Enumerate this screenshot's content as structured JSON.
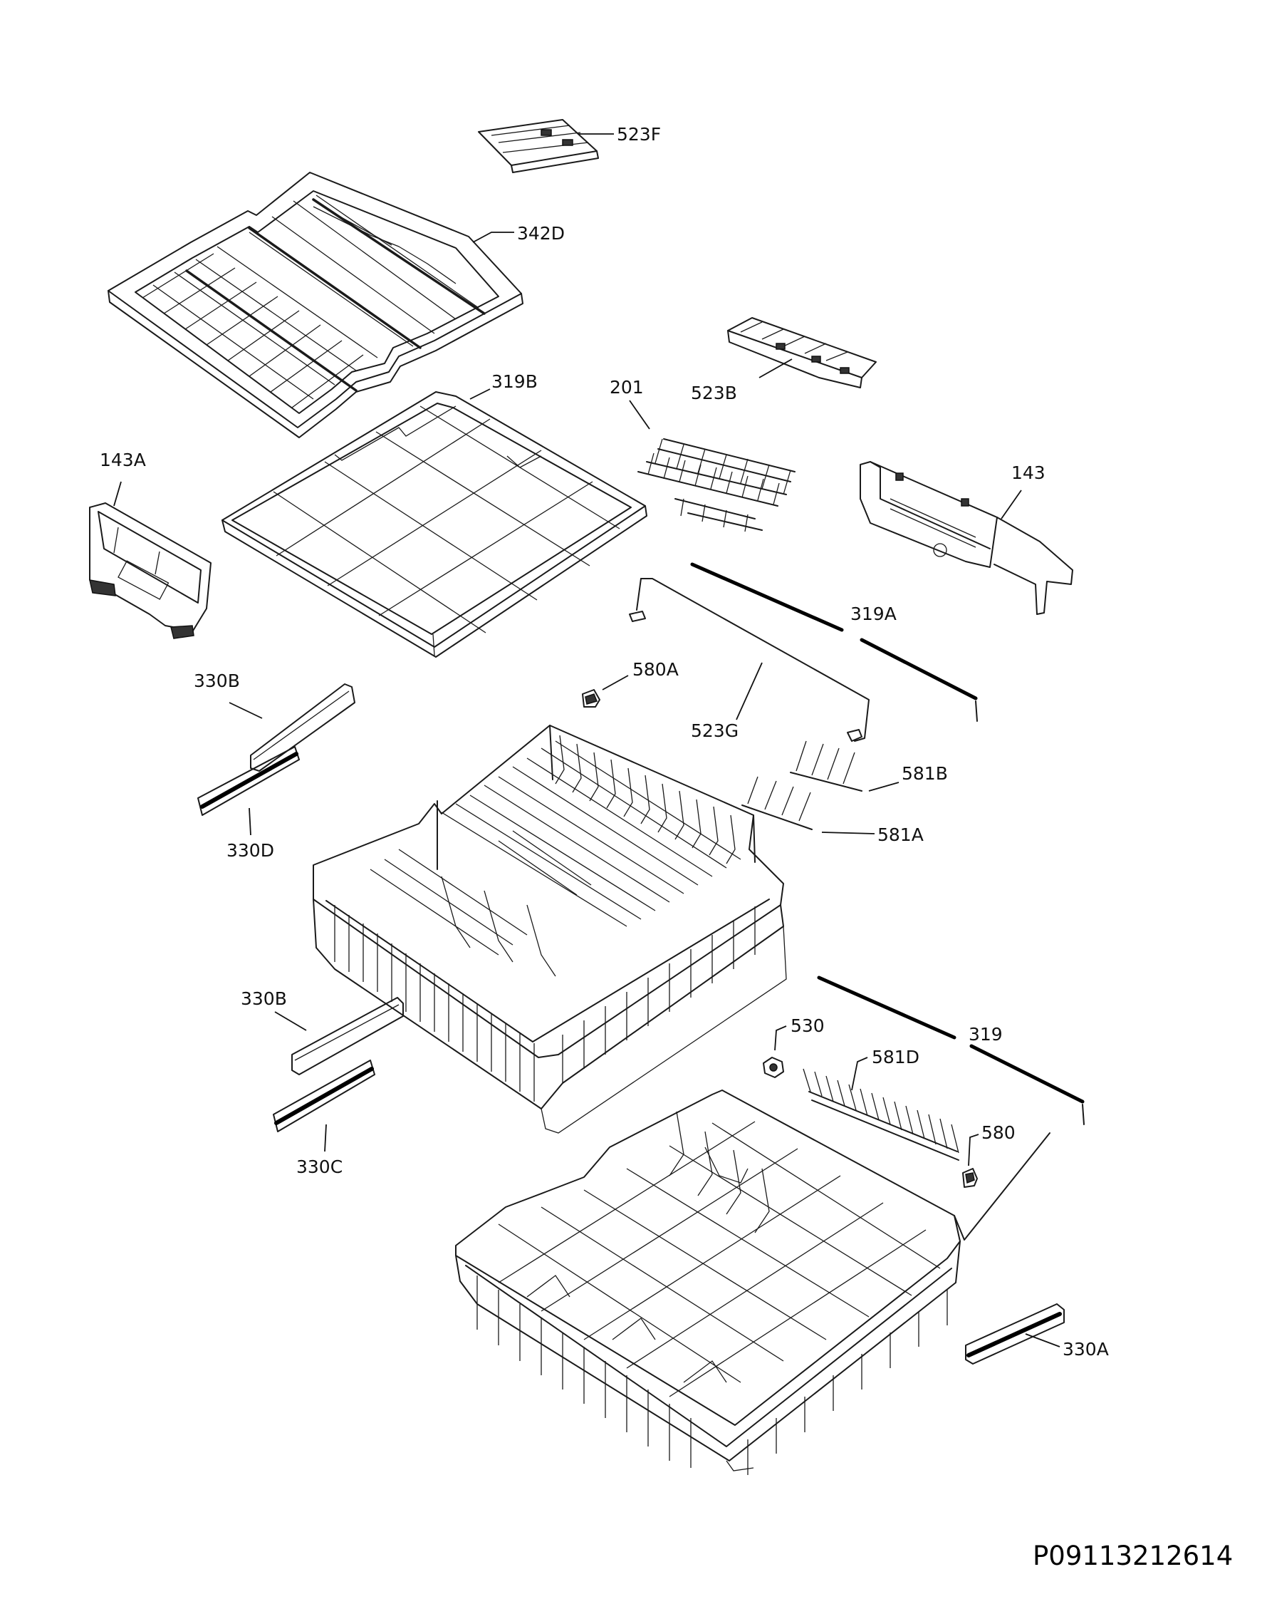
{
  "diagram_code": "P09113212614",
  "labels": {
    "l523F": "523F",
    "l342D": "342D",
    "l523B": "523B",
    "l319B": "319B",
    "l201": "201",
    "l143A": "143A",
    "l143": "143",
    "l319A": "319A",
    "l580A": "580A",
    "l330B_top": "330B",
    "l523G": "523G",
    "l581B": "581B",
    "l581A": "581A",
    "l330D": "330D",
    "l330B_mid": "330B",
    "l530": "530",
    "l319": "319",
    "l581D": "581D",
    "l580": "580",
    "l330C": "330C",
    "l330A": "330A"
  }
}
